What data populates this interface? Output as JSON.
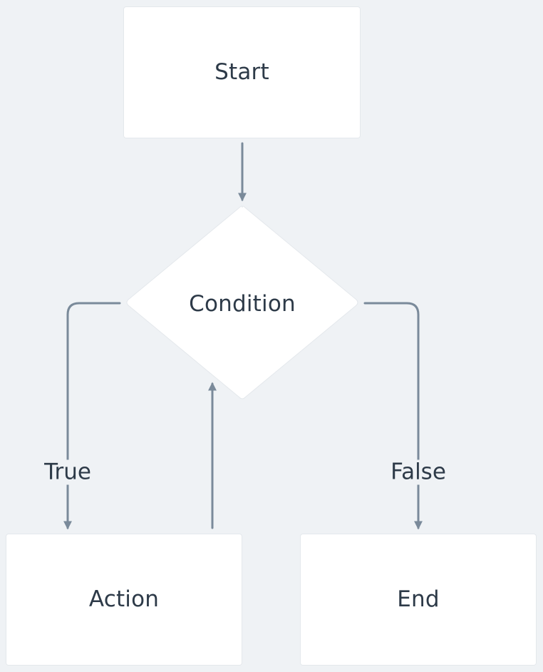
{
  "diagram": {
    "type": "flowchart",
    "nodes": {
      "start": {
        "label": "Start",
        "shape": "rectangle"
      },
      "condition": {
        "label": "Condition",
        "shape": "diamond"
      },
      "action": {
        "label": "Action",
        "shape": "rectangle"
      },
      "end": {
        "label": "End",
        "shape": "rectangle"
      }
    },
    "edges": [
      {
        "from": "start",
        "to": "condition",
        "label": ""
      },
      {
        "from": "condition",
        "to": "action",
        "label": "True"
      },
      {
        "from": "condition",
        "to": "end",
        "label": "False"
      },
      {
        "from": "action",
        "to": "condition",
        "label": ""
      }
    ],
    "edge_labels": {
      "true": "True",
      "false": "False"
    }
  },
  "colors": {
    "background": "#eff2f5",
    "node_fill": "#ffffff",
    "edge_stroke": "#7a8a9a",
    "text": "#2d3a48"
  }
}
